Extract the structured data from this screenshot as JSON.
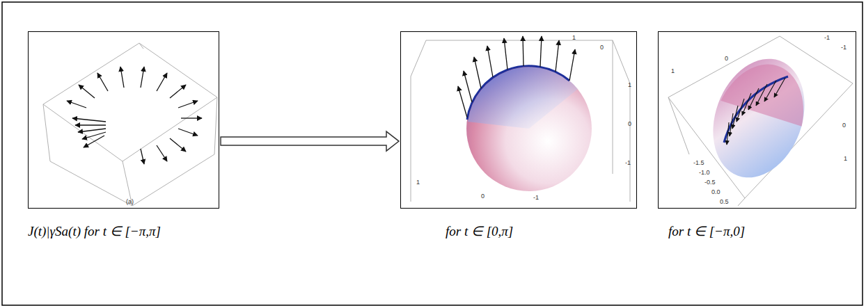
{
  "diagram": {
    "nodes": [
      {
        "text": [
          "(a)"
        ]
      },
      {
        "text": [
          "1",
          "0",
          "1",
          "0",
          "-1",
          "1",
          "0",
          "-1"
        ]
      },
      {
        "text": [
          "1",
          "0",
          "-1",
          "-1",
          "0",
          "1",
          "-1.5",
          "-1.0",
          "-0.5",
          "0.0",
          "0.5"
        ]
      }
    ],
    "edges": [
      {
        "from": 0,
        "to": 1,
        "arrow": "to"
      }
    ],
    "labels": [
      "J(t)|γSa(t) for t ∈ [−π,π]",
      "for t ∈ [0,π]",
      "for t ∈ [−π,0]"
    ]
  }
}
